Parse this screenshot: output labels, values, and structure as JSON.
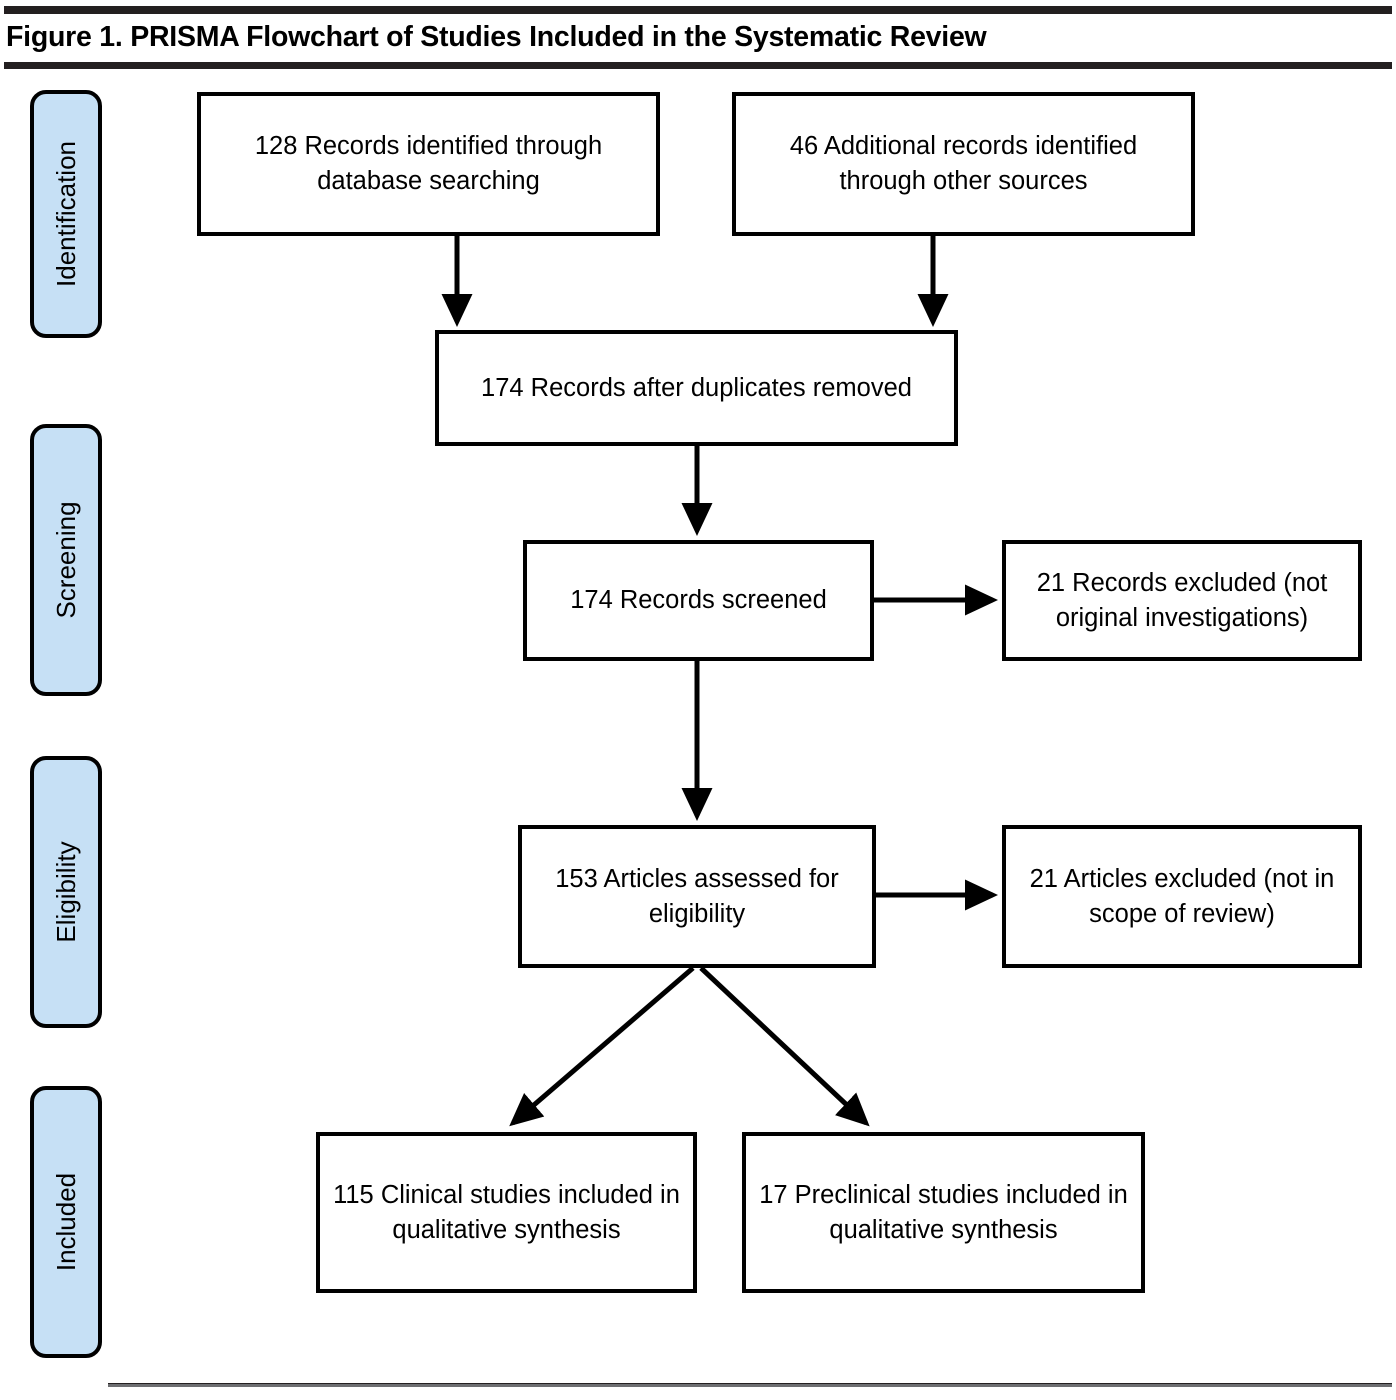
{
  "figure": {
    "title": "Figure 1. PRISMA Flowchart of Studies Included in the Systematic Review",
    "type": "prisma-flowchart"
  },
  "colors": {
    "stage_pill_fill": "#c6e0f5",
    "stage_pill_border": "#000000",
    "box_border": "#000000",
    "rule": "#231f20",
    "text": "#000000"
  },
  "stages": [
    {
      "id": "identification",
      "label": "Identification"
    },
    {
      "id": "screening",
      "label": "Screening"
    },
    {
      "id": "eligibility",
      "label": "Eligibility"
    },
    {
      "id": "included",
      "label": "Included"
    }
  ],
  "boxes": {
    "records_database": {
      "text": "128 Records identified through database searching",
      "count": 128,
      "stage": "identification"
    },
    "records_other": {
      "text": "46 Additional records identified through other sources",
      "count": 46,
      "stage": "identification"
    },
    "after_duplicates": {
      "text": "174 Records after duplicates removed",
      "count": 174,
      "stage": "screening"
    },
    "records_screened": {
      "text": "174 Records screened",
      "count": 174,
      "stage": "screening"
    },
    "records_excluded": {
      "text": "21 Records excluded (not original investigations)",
      "count": 21,
      "stage": "screening"
    },
    "articles_assessed": {
      "text": "153 Articles assessed for eligibility",
      "count": 153,
      "stage": "eligibility"
    },
    "articles_excluded": {
      "text": "21 Articles excluded (not in scope of review)",
      "count": 21,
      "stage": "eligibility"
    },
    "clinical_included": {
      "text": "115 Clinical studies included in qualitative synthesis",
      "count": 115,
      "stage": "included"
    },
    "preclinical_included": {
      "text": "17 Preclinical studies included in qualitative synthesis",
      "count": 17,
      "stage": "included"
    }
  },
  "chart_data": {
    "type": "diagram",
    "title": "Figure 1. PRISMA Flowchart of Studies Included in the Systematic Review",
    "nodes": [
      {
        "id": "records_database",
        "label": "128 Records identified through database searching",
        "value": 128,
        "stage": "Identification"
      },
      {
        "id": "records_other",
        "label": "46 Additional records identified through other sources",
        "value": 46,
        "stage": "Identification"
      },
      {
        "id": "after_duplicates",
        "label": "174 Records after duplicates removed",
        "value": 174,
        "stage": "Screening"
      },
      {
        "id": "records_screened",
        "label": "174 Records screened",
        "value": 174,
        "stage": "Screening"
      },
      {
        "id": "records_excluded",
        "label": "21 Records excluded (not original investigations)",
        "value": 21,
        "stage": "Screening"
      },
      {
        "id": "articles_assessed",
        "label": "153 Articles assessed for eligibility",
        "value": 153,
        "stage": "Eligibility"
      },
      {
        "id": "articles_excluded",
        "label": "21 Articles excluded (not in scope of review)",
        "value": 21,
        "stage": "Eligibility"
      },
      {
        "id": "clinical_included",
        "label": "115 Clinical studies included in qualitative synthesis",
        "value": 115,
        "stage": "Included"
      },
      {
        "id": "preclinical_included",
        "label": "17 Preclinical studies included in qualitative synthesis",
        "value": 17,
        "stage": "Included"
      }
    ],
    "edges": [
      {
        "from": "records_database",
        "to": "after_duplicates"
      },
      {
        "from": "records_other",
        "to": "after_duplicates"
      },
      {
        "from": "after_duplicates",
        "to": "records_screened"
      },
      {
        "from": "records_screened",
        "to": "records_excluded"
      },
      {
        "from": "records_screened",
        "to": "articles_assessed"
      },
      {
        "from": "articles_assessed",
        "to": "articles_excluded"
      },
      {
        "from": "articles_assessed",
        "to": "clinical_included"
      },
      {
        "from": "articles_assessed",
        "to": "preclinical_included"
      }
    ]
  }
}
